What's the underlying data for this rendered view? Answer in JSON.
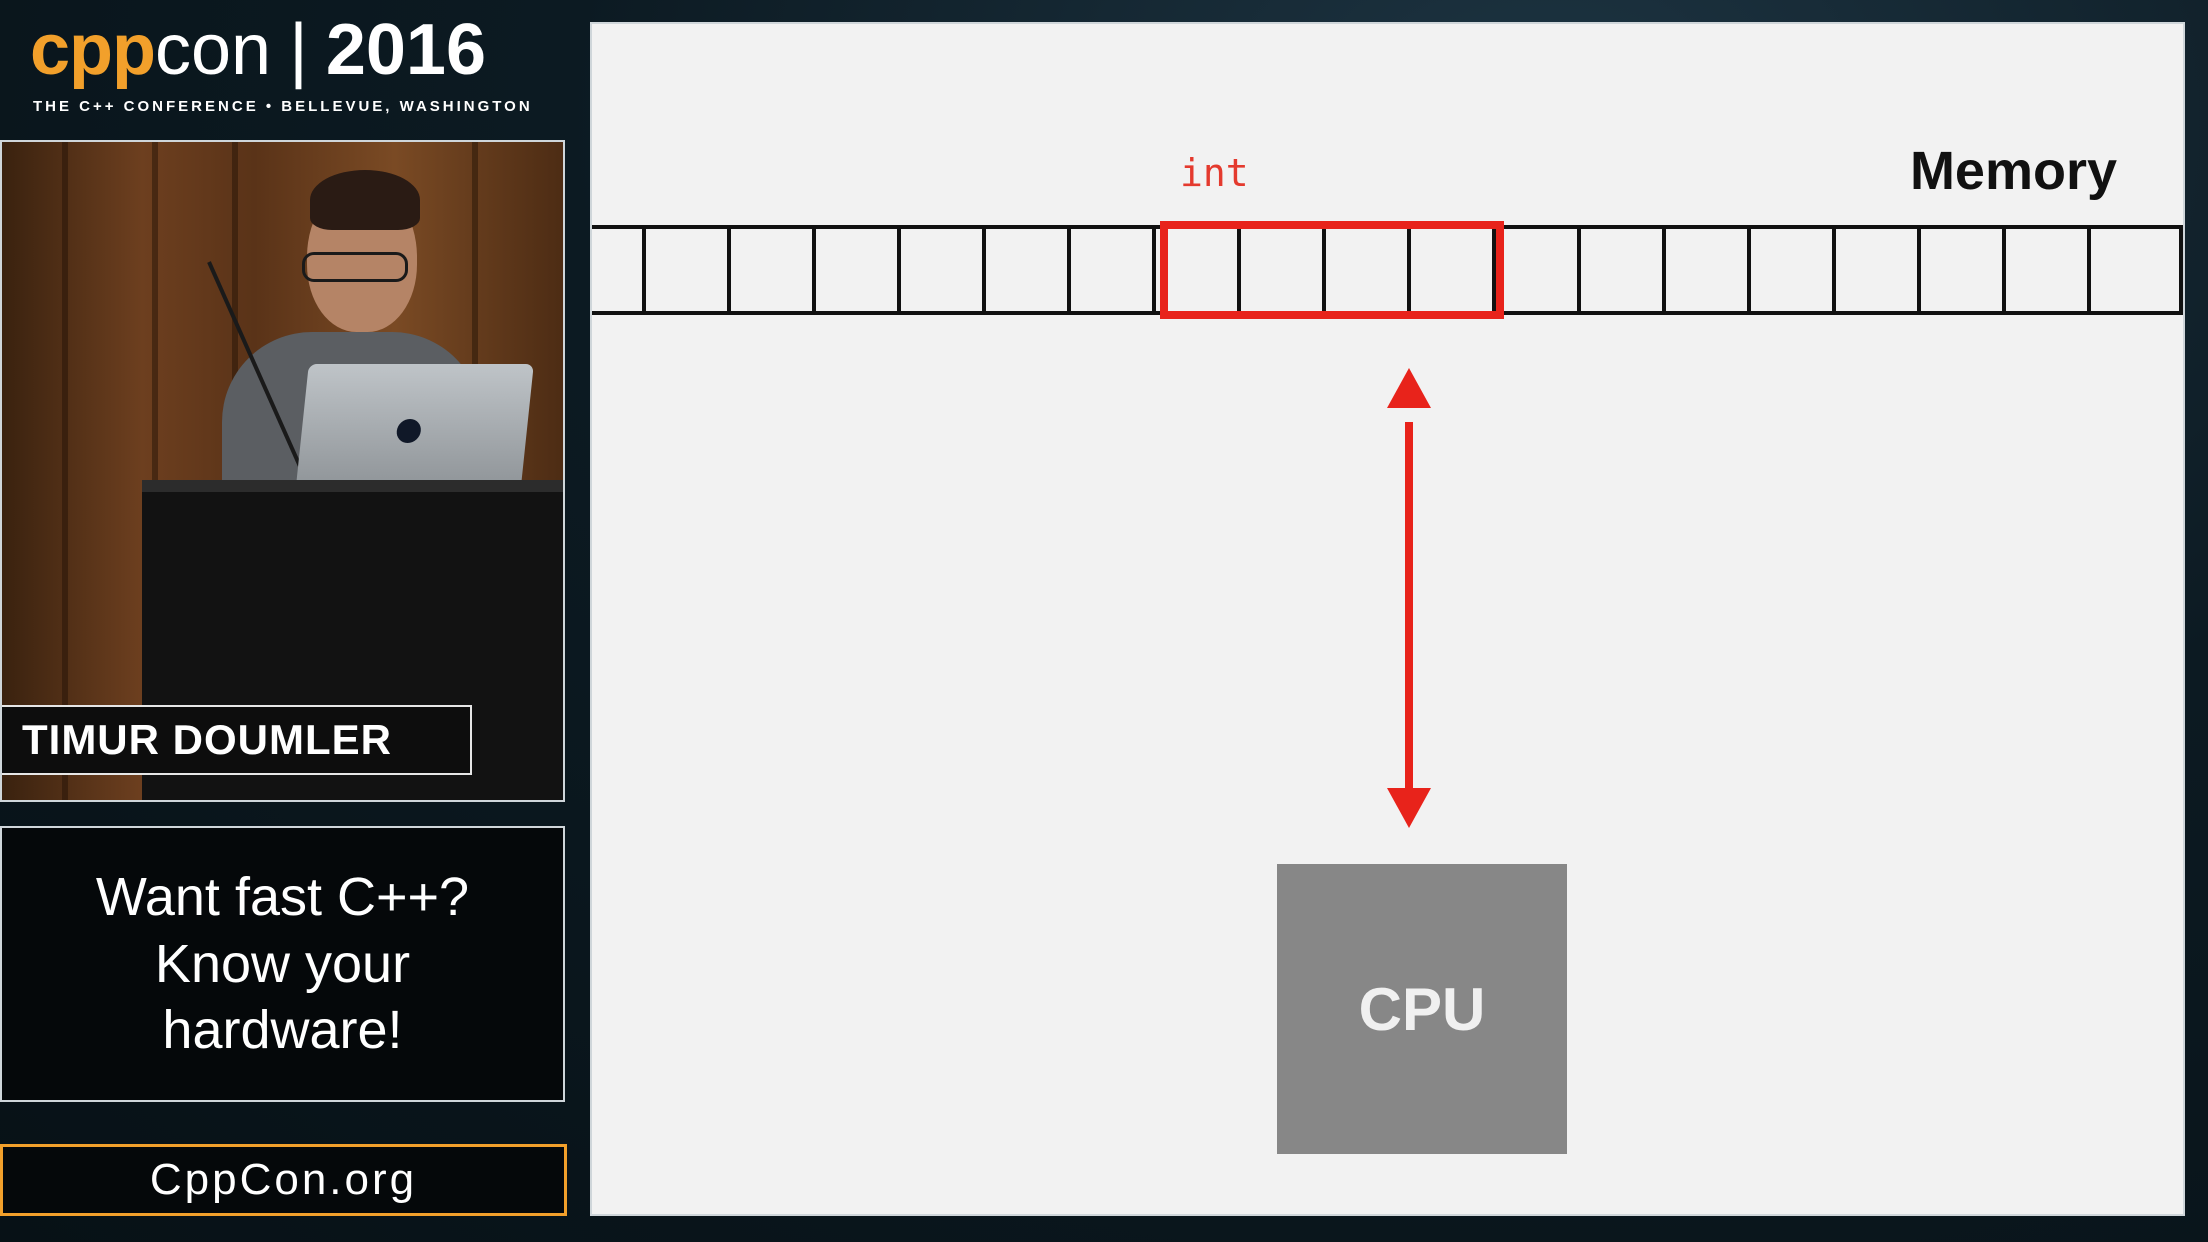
{
  "logo": {
    "cpp": "cpp",
    "con": "con",
    "separator": "|",
    "year": "2016",
    "tagline": "THE C++ CONFERENCE • BELLEVUE, WASHINGTON"
  },
  "speaker": {
    "name": "TIMUR DOUMLER"
  },
  "talk": {
    "title_lines": [
      "Want fast C++?",
      "Know your",
      "hardware!"
    ]
  },
  "footer": {
    "site": "CppCon.org"
  },
  "slide": {
    "memory_label": "Memory",
    "int_label": "int",
    "cpu_label": "CPU",
    "memory_cell_count": 18,
    "highlighted_cells": [
      7,
      8,
      9,
      10
    ]
  },
  "colors": {
    "accent_orange": "#f2a02b",
    "highlight_red": "#e8231b",
    "cpu_gray": "#878787"
  },
  "icons": {
    "arrow": "double-headed-arrow"
  }
}
